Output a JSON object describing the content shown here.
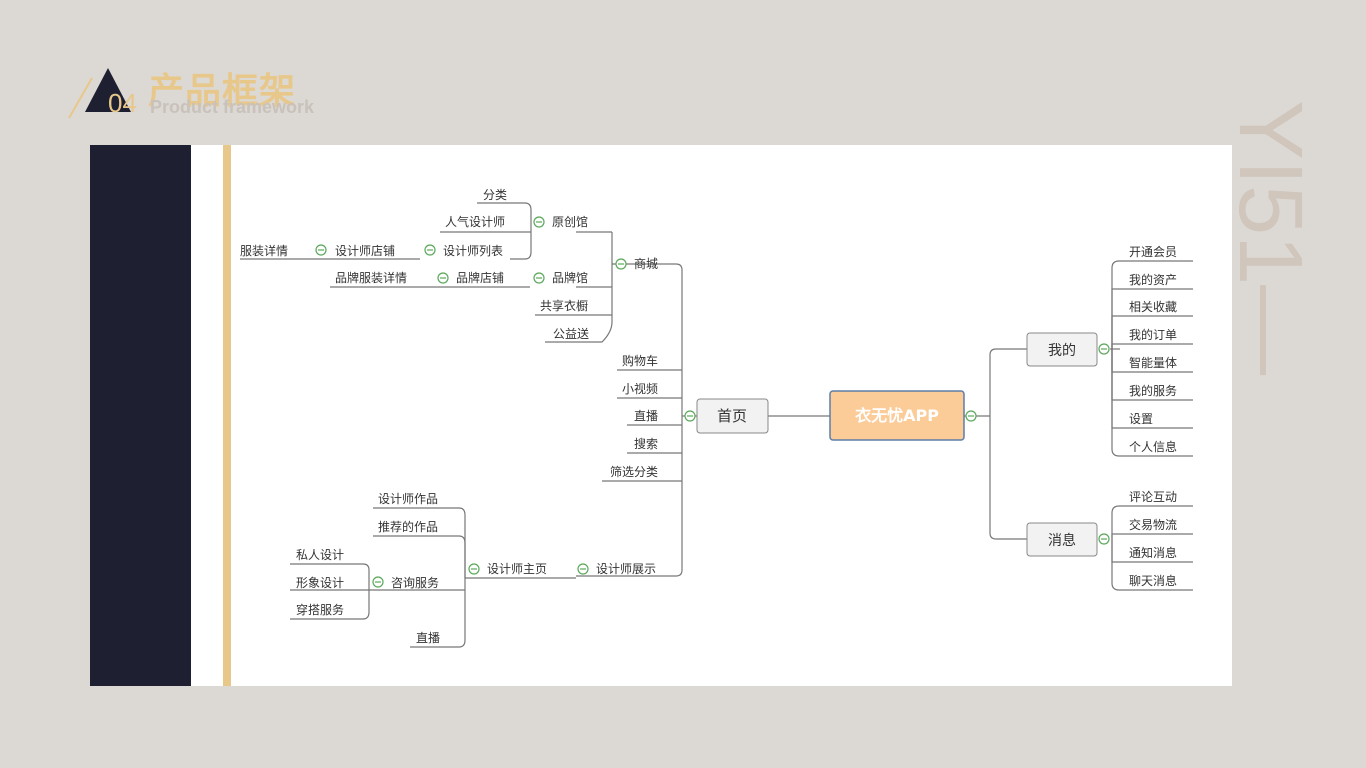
{
  "header": {
    "number": "04",
    "title_zh": "产品框架",
    "title_en": "Product framework",
    "watermark": "YI51—"
  },
  "mindmap": {
    "root": "衣无忧APP",
    "home": "首页",
    "mine": "我的",
    "messages": "消息",
    "mall": "商城",
    "original": "原创馆",
    "categories": "分类",
    "popular_designers": "人气设计师",
    "designer_list": "设计师列表",
    "designer_store": "设计师店铺",
    "clothing_detail": "服装详情",
    "brand_hall": "品牌馆",
    "brand_store": "品牌店铺",
    "brand_clothing_detail": "品牌服装详情",
    "shared_wardrobe": "共享衣橱",
    "charity": "公益送",
    "cart": "购物车",
    "short_video": "小视频",
    "live_home": "直播",
    "search": "搜索",
    "filter": "筛选分类",
    "designer_showcase": "设计师展示",
    "designer_home": "设计师主页",
    "designer_works": "设计师作品",
    "recommended_works": "推荐的作品",
    "consult_service": "咨询服务",
    "live_designer": "直播",
    "private_design": "私人设计",
    "image_design": "形象设计",
    "styling_service": "穿搭服务",
    "mine_items": [
      "开通会员",
      "我的资产",
      "相关收藏",
      "我的订单",
      "智能量体",
      "我的服务",
      "设置",
      "个人信息"
    ],
    "message_items": [
      "评论互动",
      "交易物流",
      "通知消息",
      "聊天消息"
    ]
  }
}
